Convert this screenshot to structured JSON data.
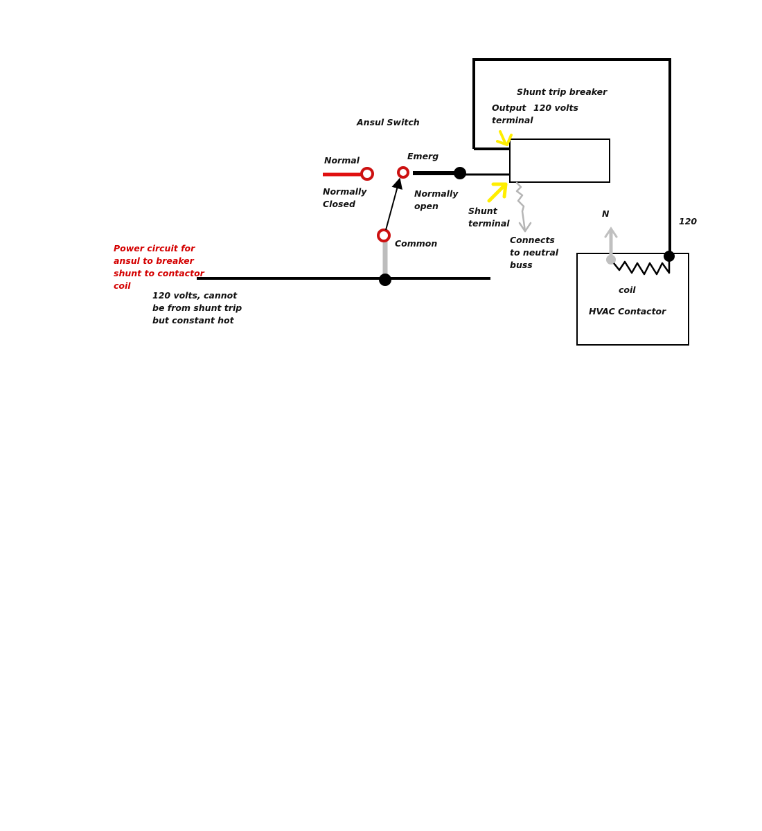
{
  "labels": {
    "ansul_switch": "Ansul Switch",
    "normal": "Normal",
    "emerg": "Emerg",
    "normally_closed": [
      "Normally",
      "Closed"
    ],
    "normally_open": [
      "Normally",
      "open"
    ],
    "common": "Common",
    "shunt_trip_breaker": "Shunt trip breaker",
    "output_terminal": [
      "Output",
      "terminal"
    ],
    "volts_120": "120 volts",
    "shunt_terminal": [
      "Shunt",
      "terminal"
    ],
    "neutral_buss": [
      "Connects",
      "to neutral",
      "buss"
    ],
    "n": "N",
    "v120": "120",
    "coil": "coil",
    "hvac_contactor": "HVAC Contactor",
    "power_circuit_note": [
      "Power circuit for",
      "ansul to breaker",
      "shunt to contactor",
      "coil"
    ],
    "constant_hot_note": [
      "120 volts, cannot",
      "be from shunt trip",
      "but constant hot"
    ]
  },
  "colors": {
    "wire": "#000000",
    "normal_contact": "#e01010",
    "neutral_wire": "#c0c0c0",
    "indicator_arrow": "#ffee00",
    "note_text": "#d40000"
  }
}
